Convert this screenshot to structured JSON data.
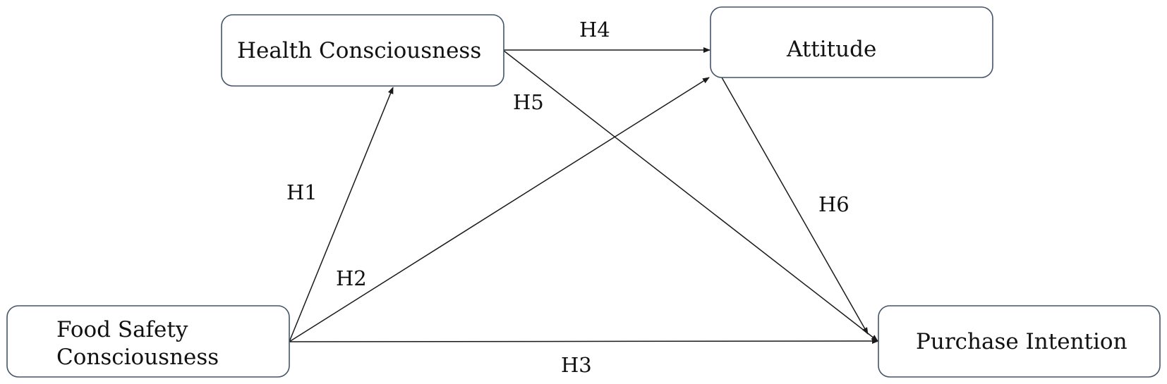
{
  "nodes": {
    "health_consciousness": "Health Consciousness",
    "attitude": "Attitude",
    "food_safety_line1": "Food Safety",
    "food_safety_line2": "Consciousness",
    "purchase_intention": "Purchase Intention"
  },
  "edges": {
    "h1": "H1",
    "h2": "H2",
    "h3": "H3",
    "h4": "H4",
    "h5": "H5",
    "h6": "H6"
  }
}
